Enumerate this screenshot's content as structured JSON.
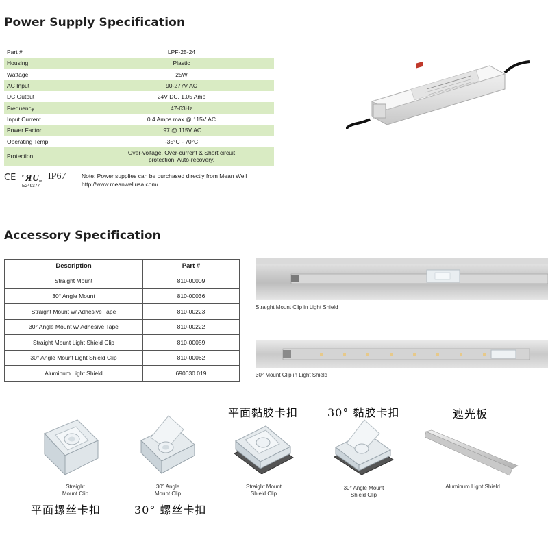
{
  "power": {
    "title": "Power Supply Specification",
    "rows": [
      {
        "label": "Part #",
        "value": "LPF-25-24"
      },
      {
        "label": "Housing",
        "value": "Plastic"
      },
      {
        "label": "Wattage",
        "value": "25W"
      },
      {
        "label": "AC Input",
        "value": "90-277V AC"
      },
      {
        "label": "DC Output",
        "value": "24V DC,  1.05 Amp"
      },
      {
        "label": "Frequency",
        "value": "47-63Hz"
      },
      {
        "label": "Input Current",
        "value": "0.4 Amps max @ 115V AC"
      },
      {
        "label": "Power Factor",
        "value": ".97 @ 115V AC"
      },
      {
        "label": "Operating Temp",
        "value": "-35°C - 70°C"
      },
      {
        "label": "Protection",
        "value_line1": "Over-voltage, Over-current & Short circuit",
        "value_line2": "protection, Auto-recovery."
      }
    ],
    "cert": {
      "ce": "CE",
      "ul_file": "E249377",
      "ip": "IP67"
    },
    "note_line1": "Note: Power supplies can be purchased directly from Mean Well",
    "note_line2": "http://www.meanwellusa.com/"
  },
  "accessory": {
    "title": "Accessory Specification",
    "headers": {
      "description": "Description",
      "part": "Part #"
    },
    "rows": [
      {
        "description": "Straight Mount",
        "part": "810-00009"
      },
      {
        "description": "30° Angle Mount",
        "part": "810-00036"
      },
      {
        "description": "Straight Mount w/ Adhesive Tape",
        "part": "810-00223"
      },
      {
        "description": "30° Angle Mount w/ Adhesive Tape",
        "part": "810-00222"
      },
      {
        "description": "Straight Mount Light Shield Clip",
        "part": "810-00059"
      },
      {
        "description": "30° Angle Mount Light Shield Clip",
        "part": "810-00062"
      },
      {
        "description": "Aluminum Light Shield",
        "part": "690030.019"
      }
    ],
    "photo1_caption": "Straight Mount Clip in Light Shield",
    "photo2_caption": "30° Mount Clip in Light Shield"
  },
  "products": [
    {
      "caption_line1": "Straight",
      "caption_line2": "Mount Clip",
      "cn": "平面螺丝卡扣"
    },
    {
      "caption_line1": "30° Angle",
      "caption_line2": "Mount Clip",
      "cn": "30° 螺丝卡扣"
    },
    {
      "caption_line1": "Straight Mount",
      "caption_line2": "Shield Clip",
      "cn": "平面黏胶卡扣"
    },
    {
      "caption_line1": "30° Angle Mount",
      "caption_line2": "Shield Clip",
      "cn": "30° 黏胶卡扣"
    },
    {
      "caption_line1": "Aluminum Light Shield",
      "caption_line2": "",
      "cn": "遮光板"
    }
  ]
}
